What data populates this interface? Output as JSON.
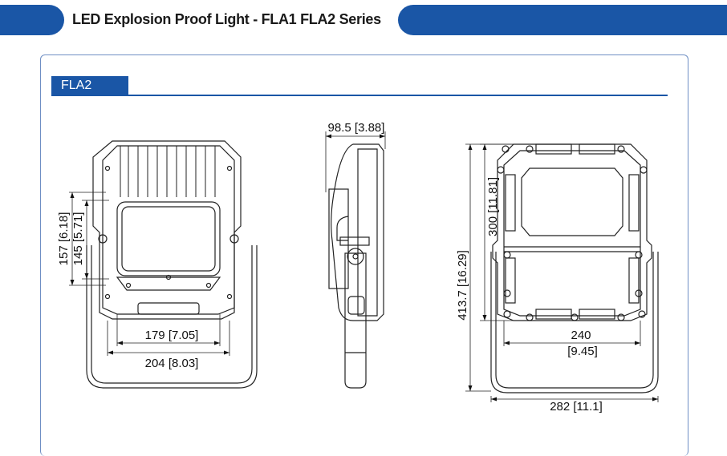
{
  "header": {
    "title": "LED Explosion Proof Light - FLA1 FLA2 Series"
  },
  "section": {
    "label": "FLA2"
  },
  "views": {
    "front": {
      "dim_height_outer": "157 [6.18]",
      "dim_height_inner": "145 [5.71]",
      "dim_width_inner": "179 [7.05]",
      "dim_width_outer": "204 [8.03]"
    },
    "side": {
      "dim_depth": "98.5 [3.88]"
    },
    "back": {
      "dim_height_total": "413.7 [16.29]",
      "dim_height_body": "300 [11.81]",
      "dim_width_body_mm": "240",
      "dim_width_body_in": "[9.45]",
      "dim_width_total": "282 [11.1]"
    }
  },
  "colors": {
    "brand": "#1a56a6",
    "panel_border": "#6f8fc4",
    "line": "#222222"
  }
}
